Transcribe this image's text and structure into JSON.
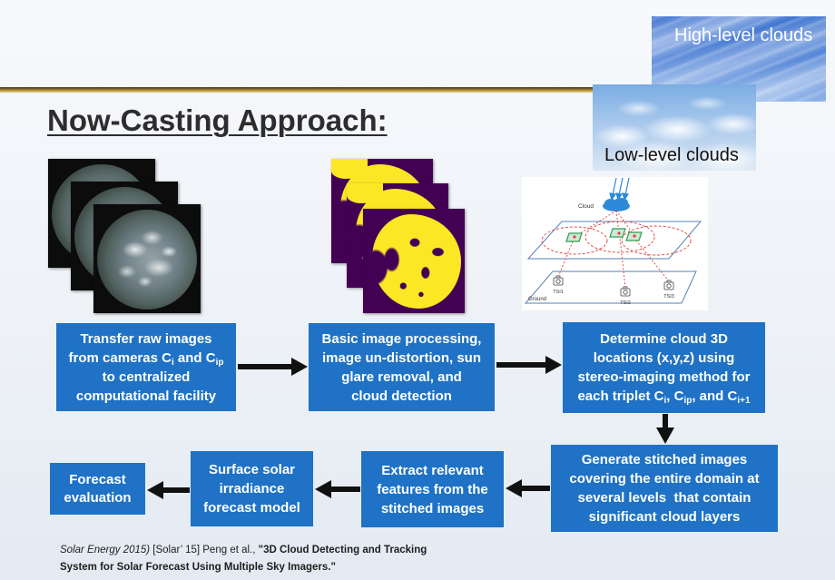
{
  "title": "Now-Casting Approach:",
  "cloud_photos": {
    "high_label": "High-level clouds",
    "low_label": "Low-level clouds"
  },
  "diagram": {
    "cloud_label": "Cloud",
    "ground_label": "Ground",
    "cameras": [
      "TSI1",
      "TSI2",
      "TSI3"
    ],
    "camera_icon": "camera-icon"
  },
  "steps": [
    {
      "lines": [
        "Transfer raw images",
        [
          {
            "text": "from cameras C"
          },
          {
            "sub": "i"
          },
          {
            "text": " and C"
          },
          {
            "sub": "ip"
          }
        ],
        "to centralized",
        "computational facility"
      ]
    },
    {
      "lines": [
        "Basic image processing,",
        "image un-distortion, sun",
        "glare removal, and",
        "cloud detection"
      ]
    },
    {
      "lines": [
        "Determine cloud 3D",
        "locations (x,y,z) using",
        "stereo-imaging method for",
        [
          {
            "text": "each triplet C"
          },
          {
            "sub": "i"
          },
          {
            "text": ", C"
          },
          {
            "sub": "ip"
          },
          {
            "text": ", and C"
          },
          {
            "sub": "i+1"
          }
        ]
      ]
    },
    {
      "lines": [
        "Generate stitched images",
        "covering the entire domain at",
        "several levels  that contain",
        "significant cloud layers"
      ]
    },
    {
      "lines": [
        "Extract relevant",
        "features from the",
        "stitched images"
      ]
    },
    {
      "lines": [
        "Surface solar",
        "irradiance",
        "forecast model"
      ]
    },
    {
      "lines": [
        "Forecast",
        "evaluation"
      ]
    }
  ],
  "citation": {
    "lines": [
      [
        {
          "italic": "Solar Energy 2015)"
        },
        {
          "text": " [Solar’ 15] Peng et al., "
        },
        {
          "bold": "\"3D Cloud Detecting and Tracking"
        }
      ],
      [
        {
          "bold": "System for Solar Forecast Using Multiple Sky Imagers.\""
        }
      ]
    ]
  },
  "colors": {
    "box_blue": "#1f72c5",
    "box_text": "#ffffff",
    "arrow": "#111111",
    "title_text": "#2d2d2d",
    "rule_dark": "#4c3d14",
    "rule_gold": "#c9a94f",
    "mask_purple": "#440154",
    "mask_yellow": "#fde725",
    "diagram_red": "#e0413a",
    "diagram_blue": "#2c8ad9",
    "diagram_green": "#2f9e4f"
  }
}
